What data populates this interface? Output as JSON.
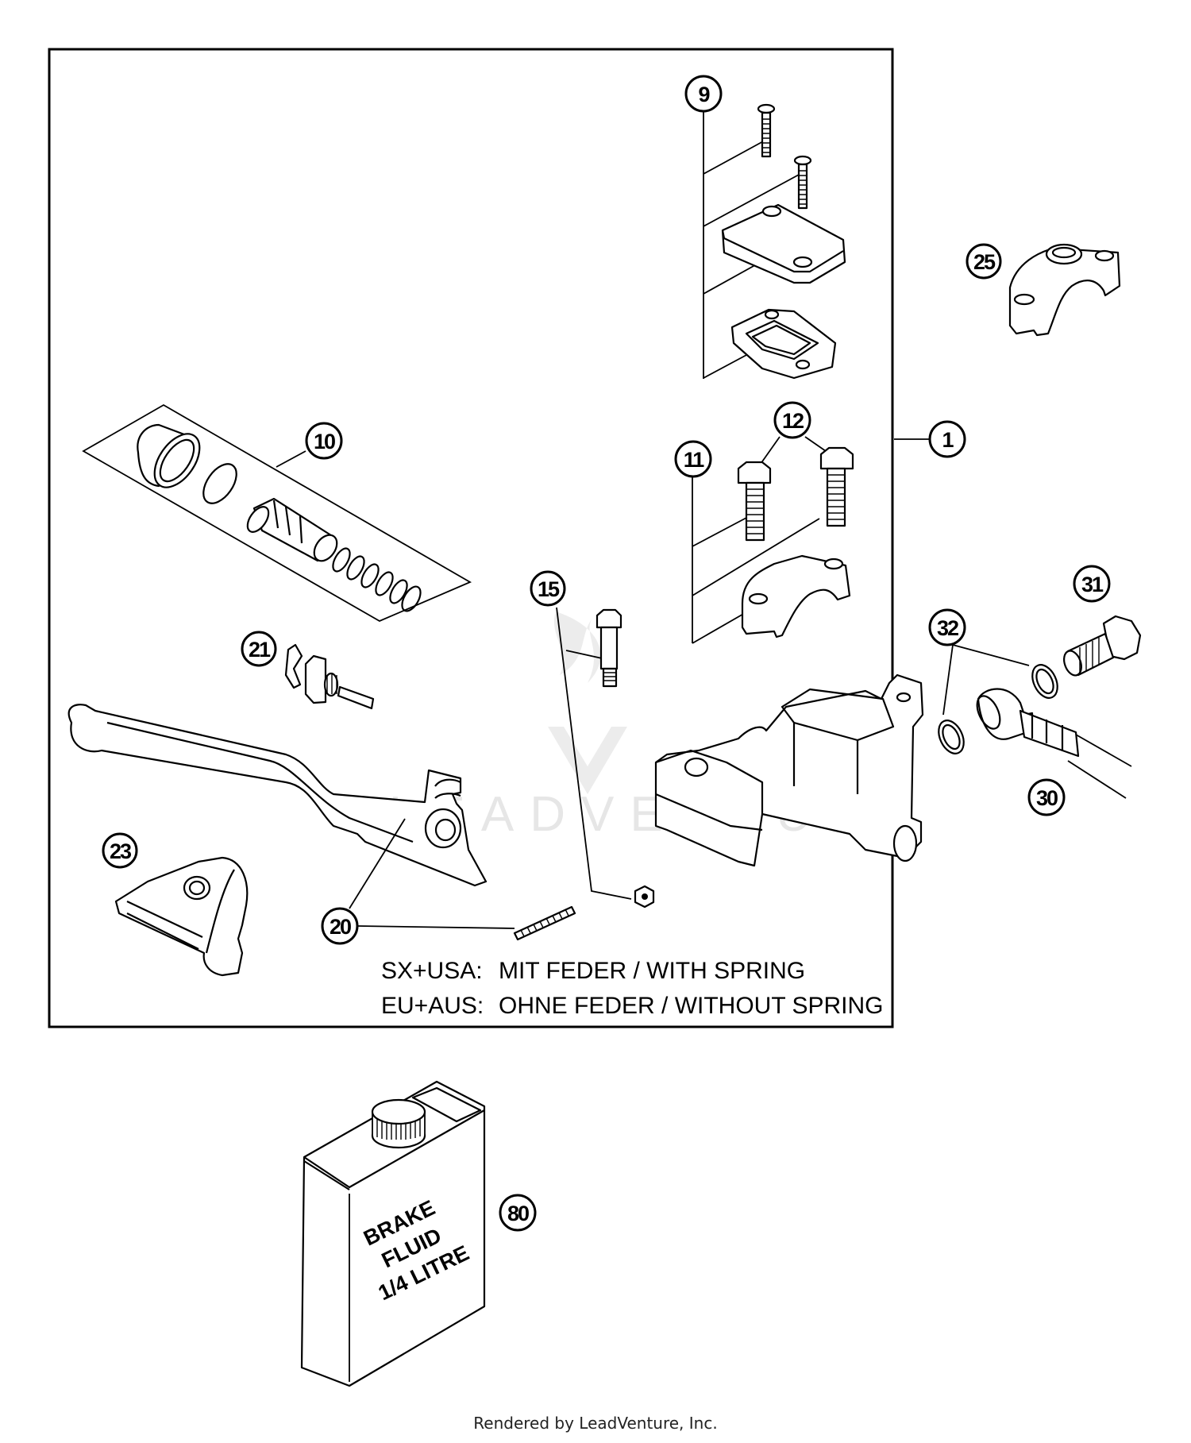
{
  "diagram": {
    "title_context": "Front brake master cylinder / hand brake lever assembly",
    "watermark": "LEADVENTURE",
    "callouts": [
      {
        "id": "c1",
        "label": "1",
        "part": "hand-brake-cylinder-assembly"
      },
      {
        "id": "c9",
        "label": "9",
        "part": "reservoir-cover-kit"
      },
      {
        "id": "c10",
        "label": "10",
        "part": "piston-repair-kit"
      },
      {
        "id": "c11",
        "label": "11",
        "part": "clamp-kit"
      },
      {
        "id": "c12",
        "label": "12",
        "part": "clamp-bolts"
      },
      {
        "id": "c15",
        "label": "15",
        "part": "lever-pivot-bolt-and-nut"
      },
      {
        "id": "c20",
        "label": "20",
        "part": "brake-lever-and-spring"
      },
      {
        "id": "c21",
        "label": "21",
        "part": "adjusting-screw"
      },
      {
        "id": "c23",
        "label": "23",
        "part": "lever-protector"
      },
      {
        "id": "c25",
        "label": "25",
        "part": "handlebar-clamp"
      },
      {
        "id": "c30",
        "label": "30",
        "part": "brake-line"
      },
      {
        "id": "c31",
        "label": "31",
        "part": "banjo-bolt"
      },
      {
        "id": "c32",
        "label": "32",
        "part": "sealing-washers"
      },
      {
        "id": "c80",
        "label": "80",
        "part": "brake-fluid"
      }
    ],
    "notes": [
      {
        "region": "SX+USA:",
        "text": "MIT FEDER / WITH SPRING"
      },
      {
        "region": "EU+AUS:",
        "text": "OHNE FEDER / WITHOUT SPRING"
      }
    ],
    "brake_fluid_can": {
      "lines": [
        "BRAKE",
        "FLUID",
        "1/4 LITRE"
      ]
    }
  },
  "footer": {
    "text": "Rendered by LeadVenture, Inc."
  }
}
